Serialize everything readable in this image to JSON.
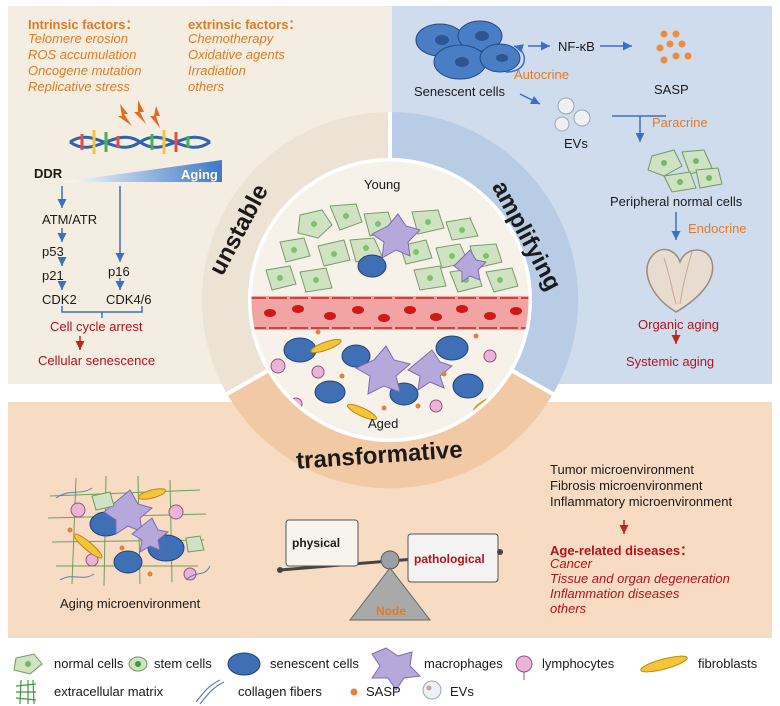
{
  "colors": {
    "left_panel": "#f4ede1",
    "right_panel": "#cfdcee",
    "bottom_panel": "#f7dcc3",
    "orange_text": "#e07b26",
    "red_text": "#b5121b",
    "arrow_blue": "#3a6fc4",
    "senescent_cell": "#3f6fb5",
    "normal_cell": "#cfe3c3"
  },
  "left": {
    "intrinsic_title": "Intrinsic factors：",
    "intrinsic_items": [
      "Telomere erosion",
      "ROS accumulation",
      "Oncogene mutation",
      "Replicative stress"
    ],
    "extrinsic_title": "extrinsic factors：",
    "extrinsic_items": [
      "Chemotherapy",
      "Oxidative agents",
      "Irradiation",
      "others"
    ],
    "ddr_label": "DDR",
    "aging_label": "Aging",
    "pathway": {
      "atm": "ATM/ATR",
      "p53": "p53",
      "p21": "p21",
      "p16": "p16",
      "cdk2": "CDK2",
      "cdk46": "CDK4/6",
      "arrest": "Cell cycle arrest",
      "senescence": "Cellular senescence"
    },
    "quadrant_label": "unstable"
  },
  "right": {
    "nfkb": "NF-κB",
    "autocrine": "Autocrine",
    "senescent_cells": "Senescent cells",
    "sasp": "SASP",
    "evs": "EVs",
    "paracrine": "Paracrine",
    "peripheral": "Peripheral normal cells",
    "endocrine": "Endocrine",
    "organic_aging": "Organic  aging",
    "systemic_aging": "Systemic aging",
    "quadrant_label": "amplifying"
  },
  "center": {
    "young": "Young",
    "aged": "Aged"
  },
  "bottom": {
    "quadrant_label": "transformative",
    "microenv_label": "Aging microenvironment",
    "physical": "physical",
    "pathological": "pathological",
    "node": "Node",
    "micro_list": [
      "Tumor microenvironment",
      "Fibrosis microenvironment",
      "Inflammatory microenvironment"
    ],
    "diseases_title": "Age-related diseases：",
    "disease_items": [
      "Cancer",
      "Tissue and organ degeneration",
      "Inflammation diseases",
      "others"
    ]
  },
  "legend": {
    "normal_cells": "normal cells",
    "stem_cells": "stem cells",
    "senescent_cells": "senescent cells",
    "macrophages": "macrophages",
    "lymphocytes": "lymphocytes",
    "fibroblasts": "fibroblasts",
    "ecm": "extracellular matrix",
    "collagen": "collagen fibers",
    "sasp": "SASP",
    "evs": "EVs"
  }
}
